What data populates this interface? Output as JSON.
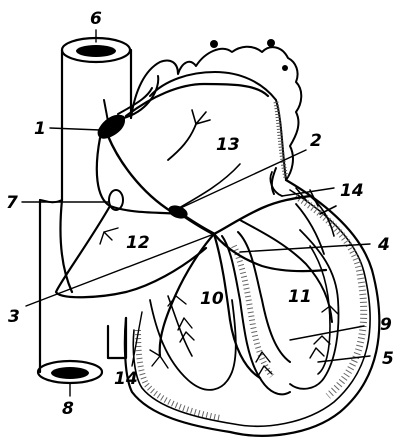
{
  "figure": {
    "labels": {
      "l1": "1",
      "l2": "2",
      "l3": "3",
      "l4": "4",
      "l5": "5",
      "l6": "6",
      "l7": "7",
      "l8": "8",
      "l9": "9",
      "l10": "10",
      "l11": "11",
      "l12": "12",
      "l13": "13",
      "l14a": "14",
      "l14b": "14"
    },
    "colors": {
      "ink": "#000000",
      "paper": "#ffffff",
      "stipple": "#555555"
    }
  }
}
